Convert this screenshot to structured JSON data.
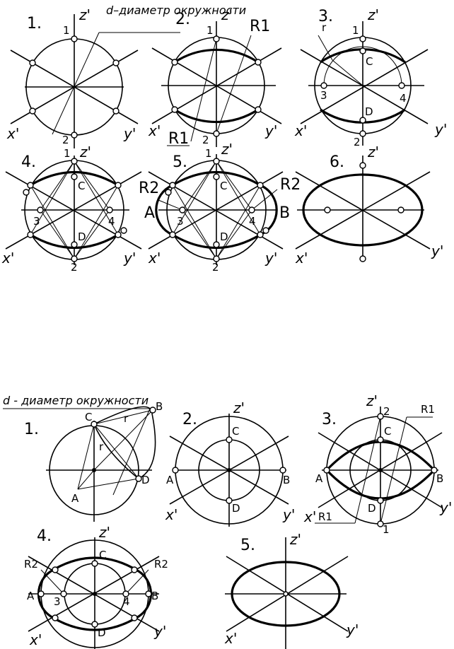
{
  "figure_top": {
    "note": "d–диаметр окружности",
    "steps": [
      {
        "step": "1.",
        "axis_z": "z'",
        "axis_x": "x'",
        "axis_y": "y'",
        "pts": [
          "1",
          "2"
        ]
      },
      {
        "step": "2.",
        "axis_z": "z'",
        "axis_x": "x'",
        "axis_y": "y'",
        "pts": [
          "1",
          "2"
        ],
        "radius": "R1",
        "radius2": "R1"
      },
      {
        "step": "3.",
        "axis_z": "z'",
        "axis_x": "x'",
        "axis_y": "y'",
        "pts": [
          "1",
          "2",
          "3",
          "4"
        ],
        "c": "C",
        "d": "D",
        "r": "r"
      },
      {
        "step": "4.",
        "axis_z": "z'",
        "axis_x": "x'",
        "axis_y": "y'",
        "pts": [
          "1",
          "2",
          "3",
          "4"
        ],
        "c": "C",
        "d": "D"
      },
      {
        "step": "5.",
        "axis_z": "z'",
        "axis_x": "x'",
        "axis_y": "y'",
        "pts": [
          "1",
          "2",
          "3",
          "4"
        ],
        "c": "C",
        "d": "D",
        "a": "A",
        "b": "B",
        "r2": "R2"
      },
      {
        "step": "6.",
        "axis_z": "z'",
        "axis_x": "x'",
        "axis_y": "y'"
      }
    ]
  },
  "figure_bottom": {
    "note": "d - диаметр окружности",
    "steps": [
      {
        "step": "1.",
        "c": "C",
        "b": "B",
        "a": "A",
        "d": "D",
        "r": "r"
      },
      {
        "step": "2.",
        "axis_z": "z'",
        "axis_x": "x'",
        "axis_y": "y'",
        "c": "C",
        "d": "D",
        "a": "A",
        "b": "B"
      },
      {
        "step": "3.",
        "axis_z": "z'",
        "axis_x": "x'",
        "axis_y": "y'",
        "c": "C",
        "d": "D",
        "a": "A",
        "b": "B",
        "p1": "1",
        "p2": "2",
        "r1": "R1"
      },
      {
        "step": "4.",
        "axis_z": "z'",
        "axis_x": "x'",
        "axis_y": "y'",
        "c": "C",
        "d": "D",
        "a": "A",
        "b": "B",
        "p3": "3",
        "p4": "4",
        "r2": "R2"
      },
      {
        "step": "5.",
        "axis_z": "z'",
        "axis_x": "x'",
        "axis_y": "y'"
      }
    ]
  }
}
